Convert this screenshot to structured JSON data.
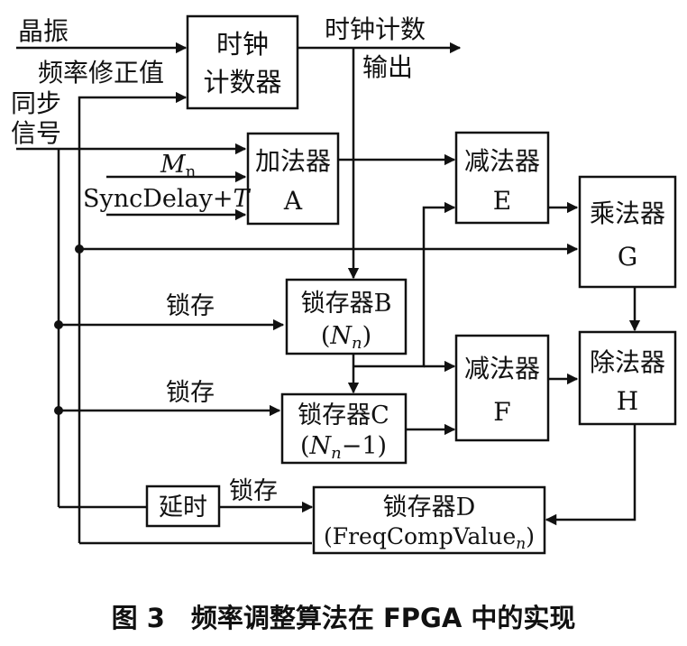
{
  "inputs": {
    "crystal": "晶振",
    "freq_correction": "频率修正值",
    "sync_line1": "同步",
    "sync_line2": "信号",
    "mn": "M",
    "mn_sub": "n",
    "syncdelay": "SyncDelay+",
    "syncdelay_t": "T"
  },
  "outputs": {
    "counter_line1": "时钟计数",
    "counter_line2": "输出"
  },
  "blocks": {
    "clock_counter": {
      "line1": "时钟",
      "line2": "计数器"
    },
    "adder": {
      "line1": "加法器",
      "line2": "A"
    },
    "subtractor_e": {
      "line1": "减法器",
      "line2": "E"
    },
    "multiplier": {
      "line1": "乘法器",
      "line2": "G"
    },
    "latch_b": {
      "line1": "锁存器B",
      "line2_open": "(",
      "line2_var": "N",
      "line2_sub": "n",
      "line2_close": ")"
    },
    "latch_c": {
      "line1": "锁存器C",
      "line2_open": "(",
      "line2_var": "N",
      "line2_sub": "n",
      "line2_close": "−1)"
    },
    "subtractor_f": {
      "line1": "减法器",
      "line2": "F"
    },
    "divider": {
      "line1": "除法器",
      "line2": "H"
    },
    "delay": {
      "label": "延时"
    },
    "latch_d": {
      "line1": "锁存器D",
      "line2_open": "(FreqCompValue",
      "line2_sub": "n",
      "line2_close": ")"
    }
  },
  "edge_labels": {
    "latch_b": "锁存",
    "latch_c": "锁存",
    "latch_d": "锁存"
  },
  "caption": "图 3　频率调整算法在 FPGA 中的实现"
}
